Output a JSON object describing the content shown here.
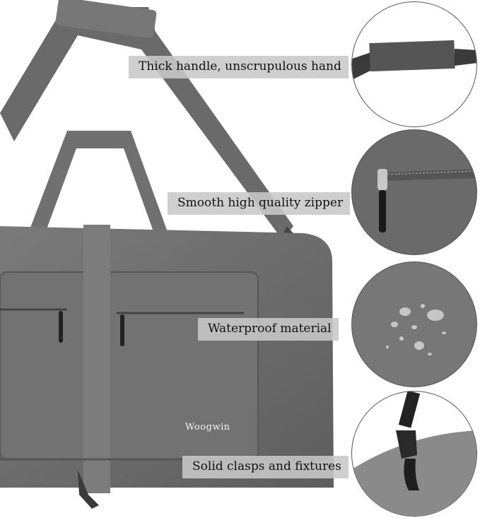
{
  "product": {
    "brand": "Woogwin",
    "color": "#6e6e6e"
  },
  "features": [
    {
      "label": "Thick handle, unscrupulous hand",
      "detail": "padded shoulder strap handle"
    },
    {
      "label": "Smooth high quality zipper",
      "detail": "zipper pull"
    },
    {
      "label": "Waterproof material",
      "detail": "water droplets on fabric"
    },
    {
      "label": "Solid clasps and fixtures",
      "detail": "metal clasp on strap"
    }
  ]
}
